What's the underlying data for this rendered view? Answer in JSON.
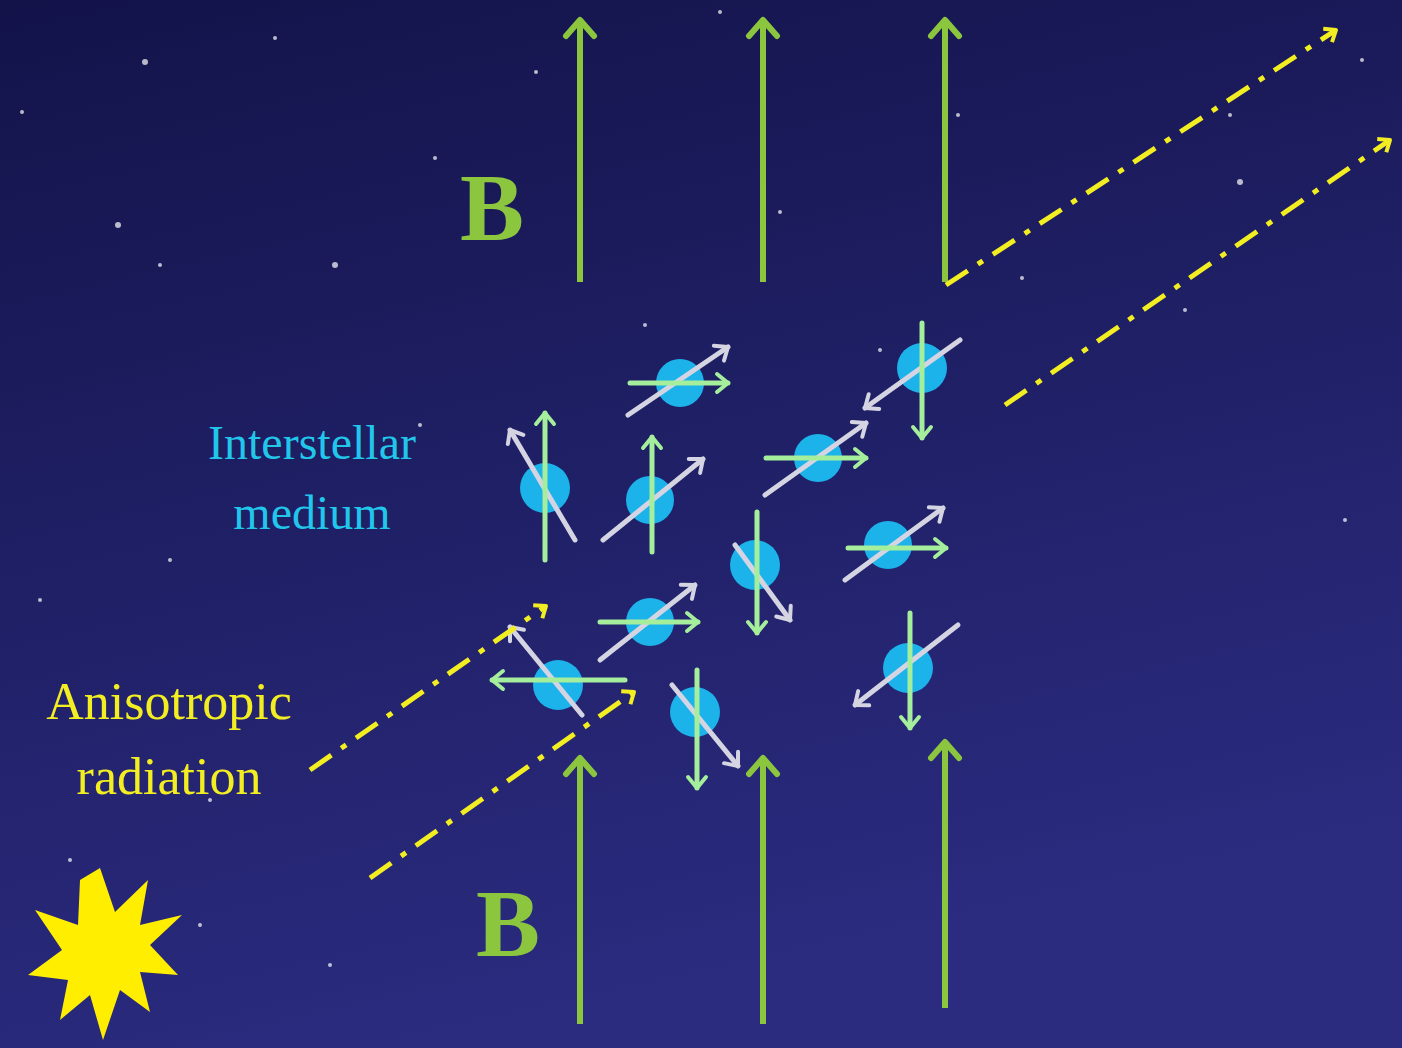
{
  "diagram": {
    "labels": [
      "B",
      "Interstellar medium",
      "Anisotropic radiation",
      "B"
    ]
  }
}
